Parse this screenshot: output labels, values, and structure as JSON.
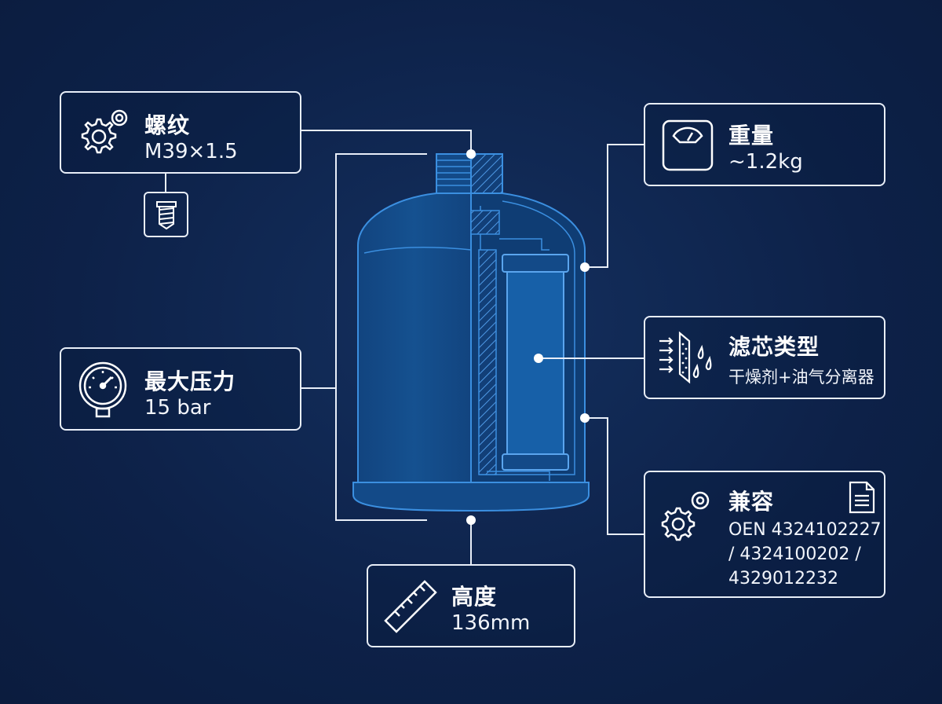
{
  "colors": {
    "background": "#0d2148",
    "line": "#e8eef8",
    "filter_body": "#0f4f93",
    "filter_edge": "#3b8fe0"
  },
  "thread": {
    "title": "螺纹",
    "value": "M39×1.5",
    "icon": "gears-icon",
    "sub_icon": "screw-thread-icon"
  },
  "pressure": {
    "title": "最大压力",
    "value": "15 bar",
    "icon": "pressure-gauge-icon"
  },
  "weight": {
    "title": "重量",
    "value": "~1.2kg",
    "icon": "scale-icon"
  },
  "filter_type": {
    "title": "滤芯类型",
    "value": "干燥剂+油气分离器",
    "icon": "filter-media-icon"
  },
  "compat": {
    "title": "兼容",
    "value": "OEN 4324102227\n/ 4324100202 /\n4329012232",
    "icon": "gears-icon",
    "doc_icon": "document-icon"
  },
  "height": {
    "title": "高度",
    "value": "136mm",
    "icon": "ruler-icon"
  }
}
